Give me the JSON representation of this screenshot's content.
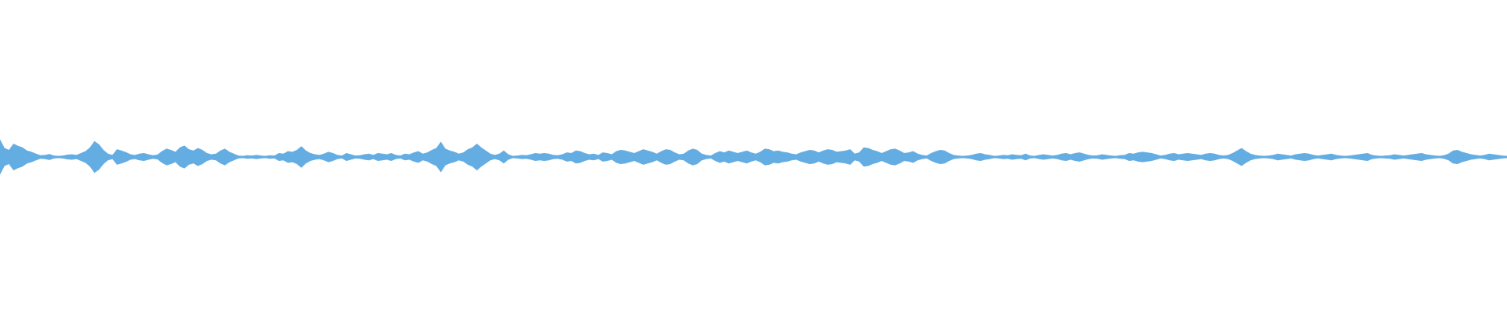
{
  "waveform": {
    "color": "#64ADE2",
    "orientation": "horizontal",
    "display": "mirrored-amplitude-envelope",
    "amplitude_profile": [
      0.55,
      0.28,
      0.22,
      0.42,
      0.35,
      0.3,
      0.2,
      0.16,
      0.1,
      0.05,
      0.06,
      0.09,
      0.04,
      0.03,
      0.04,
      0.07,
      0.08,
      0.06,
      0.12,
      0.18,
      0.3,
      0.5,
      0.4,
      0.22,
      0.1,
      0.06,
      0.24,
      0.2,
      0.15,
      0.08,
      0.06,
      0.1,
      0.12,
      0.08,
      0.05,
      0.07,
      0.18,
      0.26,
      0.22,
      0.16,
      0.3,
      0.36,
      0.24,
      0.2,
      0.28,
      0.22,
      0.12,
      0.08,
      0.1,
      0.2,
      0.26,
      0.16,
      0.1,
      0.04,
      0.03,
      0.05,
      0.04,
      0.06,
      0.04,
      0.03,
      0.05,
      0.04,
      0.12,
      0.1,
      0.18,
      0.16,
      0.22,
      0.34,
      0.2,
      0.12,
      0.08,
      0.06,
      0.1,
      0.16,
      0.12,
      0.06,
      0.04,
      0.12,
      0.08,
      0.04,
      0.05,
      0.08,
      0.1,
      0.06,
      0.12,
      0.1,
      0.08,
      0.12,
      0.06,
      0.04,
      0.1,
      0.08,
      0.14,
      0.18,
      0.1,
      0.14,
      0.22,
      0.28,
      0.48,
      0.26,
      0.2,
      0.16,
      0.1,
      0.14,
      0.24,
      0.3,
      0.42,
      0.3,
      0.2,
      0.1,
      0.06,
      0.1,
      0.2,
      0.08,
      0.03,
      0.04,
      0.06,
      0.05,
      0.08,
      0.12,
      0.1,
      0.12,
      0.1,
      0.06,
      0.05,
      0.08,
      0.14,
      0.12,
      0.2,
      0.18,
      0.12,
      0.08,
      0.1,
      0.06,
      0.14,
      0.12,
      0.08,
      0.18,
      0.22,
      0.2,
      0.16,
      0.12,
      0.18,
      0.24,
      0.2,
      0.16,
      0.1,
      0.18,
      0.24,
      0.22,
      0.14,
      0.08,
      0.1,
      0.2,
      0.26,
      0.22,
      0.1,
      0.06,
      0.04,
      0.12,
      0.18,
      0.14,
      0.2,
      0.16,
      0.12,
      0.16,
      0.2,
      0.14,
      0.1,
      0.16,
      0.26,
      0.24,
      0.18,
      0.2,
      0.16,
      0.14,
      0.1,
      0.08,
      0.14,
      0.18,
      0.22,
      0.2,
      0.14,
      0.2,
      0.24,
      0.22,
      0.16,
      0.18,
      0.2,
      0.24,
      0.1,
      0.14,
      0.3,
      0.28,
      0.22,
      0.18,
      0.12,
      0.18,
      0.24,
      0.26,
      0.2,
      0.12,
      0.14,
      0.18,
      0.1,
      0.06,
      0.04,
      0.12,
      0.18,
      0.22,
      0.2,
      0.12,
      0.06,
      0.04,
      0.03,
      0.04,
      0.06,
      0.1,
      0.12,
      0.08,
      0.06,
      0.03,
      0.04,
      0.06,
      0.05,
      0.08,
      0.06,
      0.05,
      0.1,
      0.04,
      0.03,
      0.06,
      0.08,
      0.06,
      0.04,
      0.06,
      0.1,
      0.12,
      0.08,
      0.12,
      0.14,
      0.1,
      0.06,
      0.04,
      0.05,
      0.08,
      0.06,
      0.04,
      0.03,
      0.05,
      0.06,
      0.12,
      0.1,
      0.14,
      0.16,
      0.14,
      0.12,
      0.08,
      0.04,
      0.06,
      0.1,
      0.12,
      0.08,
      0.1,
      0.12,
      0.1,
      0.08,
      0.06,
      0.1,
      0.12,
      0.1,
      0.06,
      0.04,
      0.06,
      0.12,
      0.2,
      0.28,
      0.18,
      0.1,
      0.06,
      0.04,
      0.03,
      0.04,
      0.06,
      0.1,
      0.08,
      0.06,
      0.04,
      0.08,
      0.1,
      0.12,
      0.1,
      0.06,
      0.04,
      0.06,
      0.08,
      0.1,
      0.06,
      0.04,
      0.03,
      0.04,
      0.06,
      0.08,
      0.1,
      0.12,
      0.06,
      0.04,
      0.03,
      0.04,
      0.05,
      0.08,
      0.06,
      0.04,
      0.06,
      0.08,
      0.1,
      0.12,
      0.08,
      0.06,
      0.04,
      0.03,
      0.05,
      0.1,
      0.2,
      0.22,
      0.16,
      0.12,
      0.08,
      0.06,
      0.04,
      0.06,
      0.1,
      0.08,
      0.06,
      0.04,
      0.03
    ]
  }
}
